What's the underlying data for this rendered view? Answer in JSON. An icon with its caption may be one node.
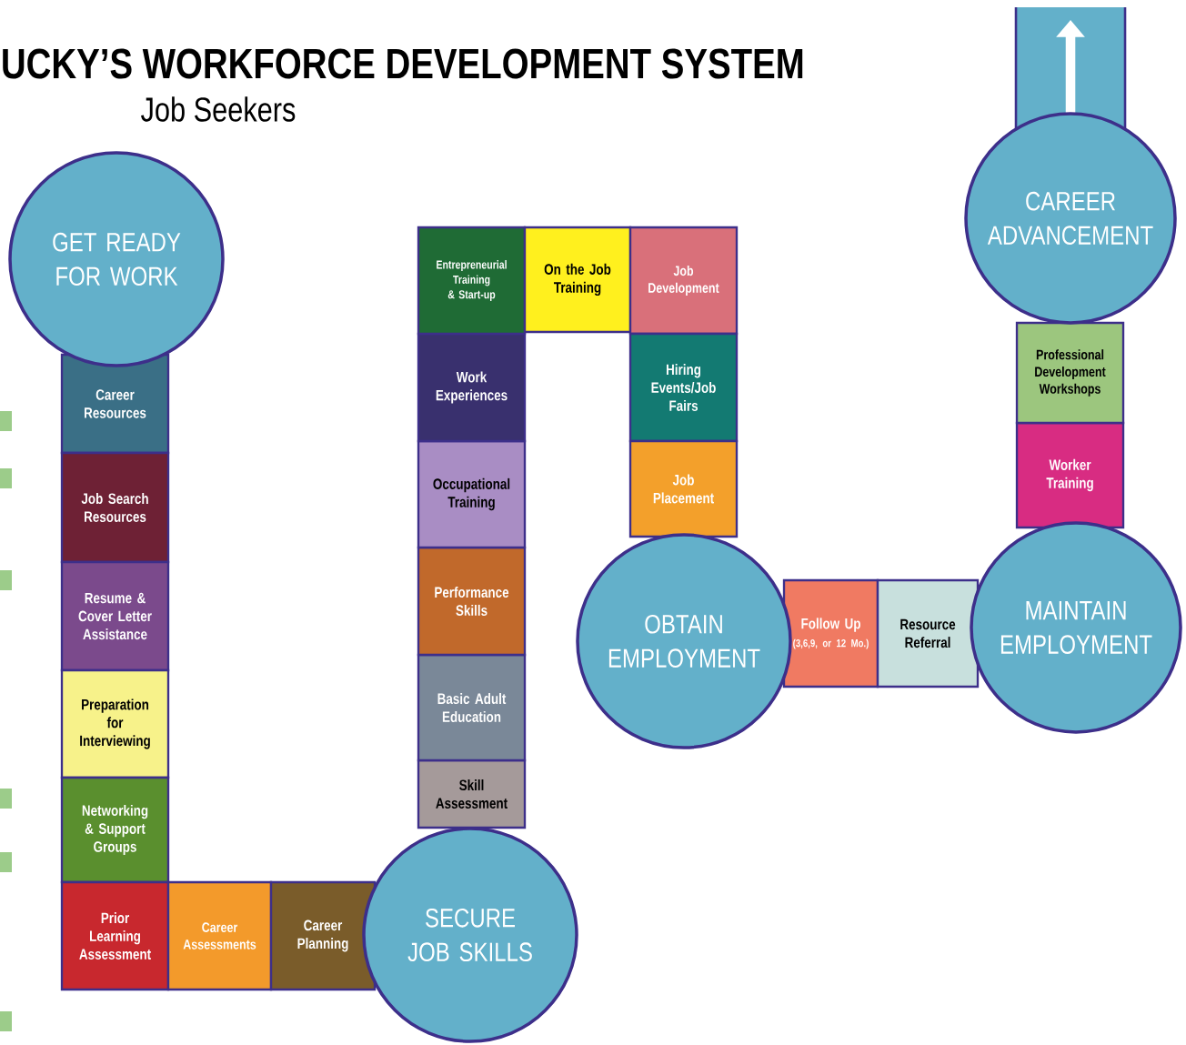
{
  "diagram": {
    "title": "UCKY’S WORKFORCE DEVELOPMENT SYSTEM",
    "nodes": [
      {
        "text": [
          "GET READY FOR WORK"
        ]
      },
      {
        "text": [
          "Career Resources"
        ]
      },
      {
        "text": [
          "Job Search Resources"
        ]
      },
      {
        "text": [
          "Resume & Cover Letter Assistance"
        ]
      },
      {
        "text": [
          "Preparation for Interviewing"
        ]
      },
      {
        "text": [
          "Networking & Support Groups"
        ]
      },
      {
        "text": [
          "Prior Learning Assessment"
        ]
      },
      {
        "text": [
          "Career Assessments"
        ]
      },
      {
        "text": [
          "Career Planning"
        ]
      },
      {
        "text": [
          "SECURE JOB SKILLS"
        ]
      },
      {
        "text": [
          "Skill Assessment"
        ]
      },
      {
        "text": [
          "Basic Adult Education"
        ]
      },
      {
        "text": [
          "Performance Skills"
        ]
      },
      {
        "text": [
          "Occupational Training"
        ]
      },
      {
        "text": [
          "Work Experiences"
        ]
      },
      {
        "text": [
          "Entrepreneurial Training & Start-up"
        ]
      },
      {
        "text": [
          "On the Job Training"
        ]
      },
      {
        "text": [
          "Job Development"
        ]
      },
      {
        "text": [
          "Hiring Events/Job Fairs"
        ]
      },
      {
        "text": [
          "Job Placement"
        ]
      },
      {
        "text": [
          "OBTAIN EMPLOYMENT"
        ]
      },
      {
        "text": [
          "Follow Up",
          "(3,6,9, or 12 Mo.)"
        ]
      },
      {
        "text": [
          "Resource Referral"
        ]
      },
      {
        "text": [
          "MAINTAIN EMPLOYMENT"
        ]
      },
      {
        "text": [
          "Worker Training"
        ]
      },
      {
        "text": [
          "Professional Development Workshops"
        ]
      },
      {
        "text": [
          "CAREER ADVANCEMENT"
        ]
      }
    ],
    "labels": [
      "Job Seekers"
    ]
  }
}
